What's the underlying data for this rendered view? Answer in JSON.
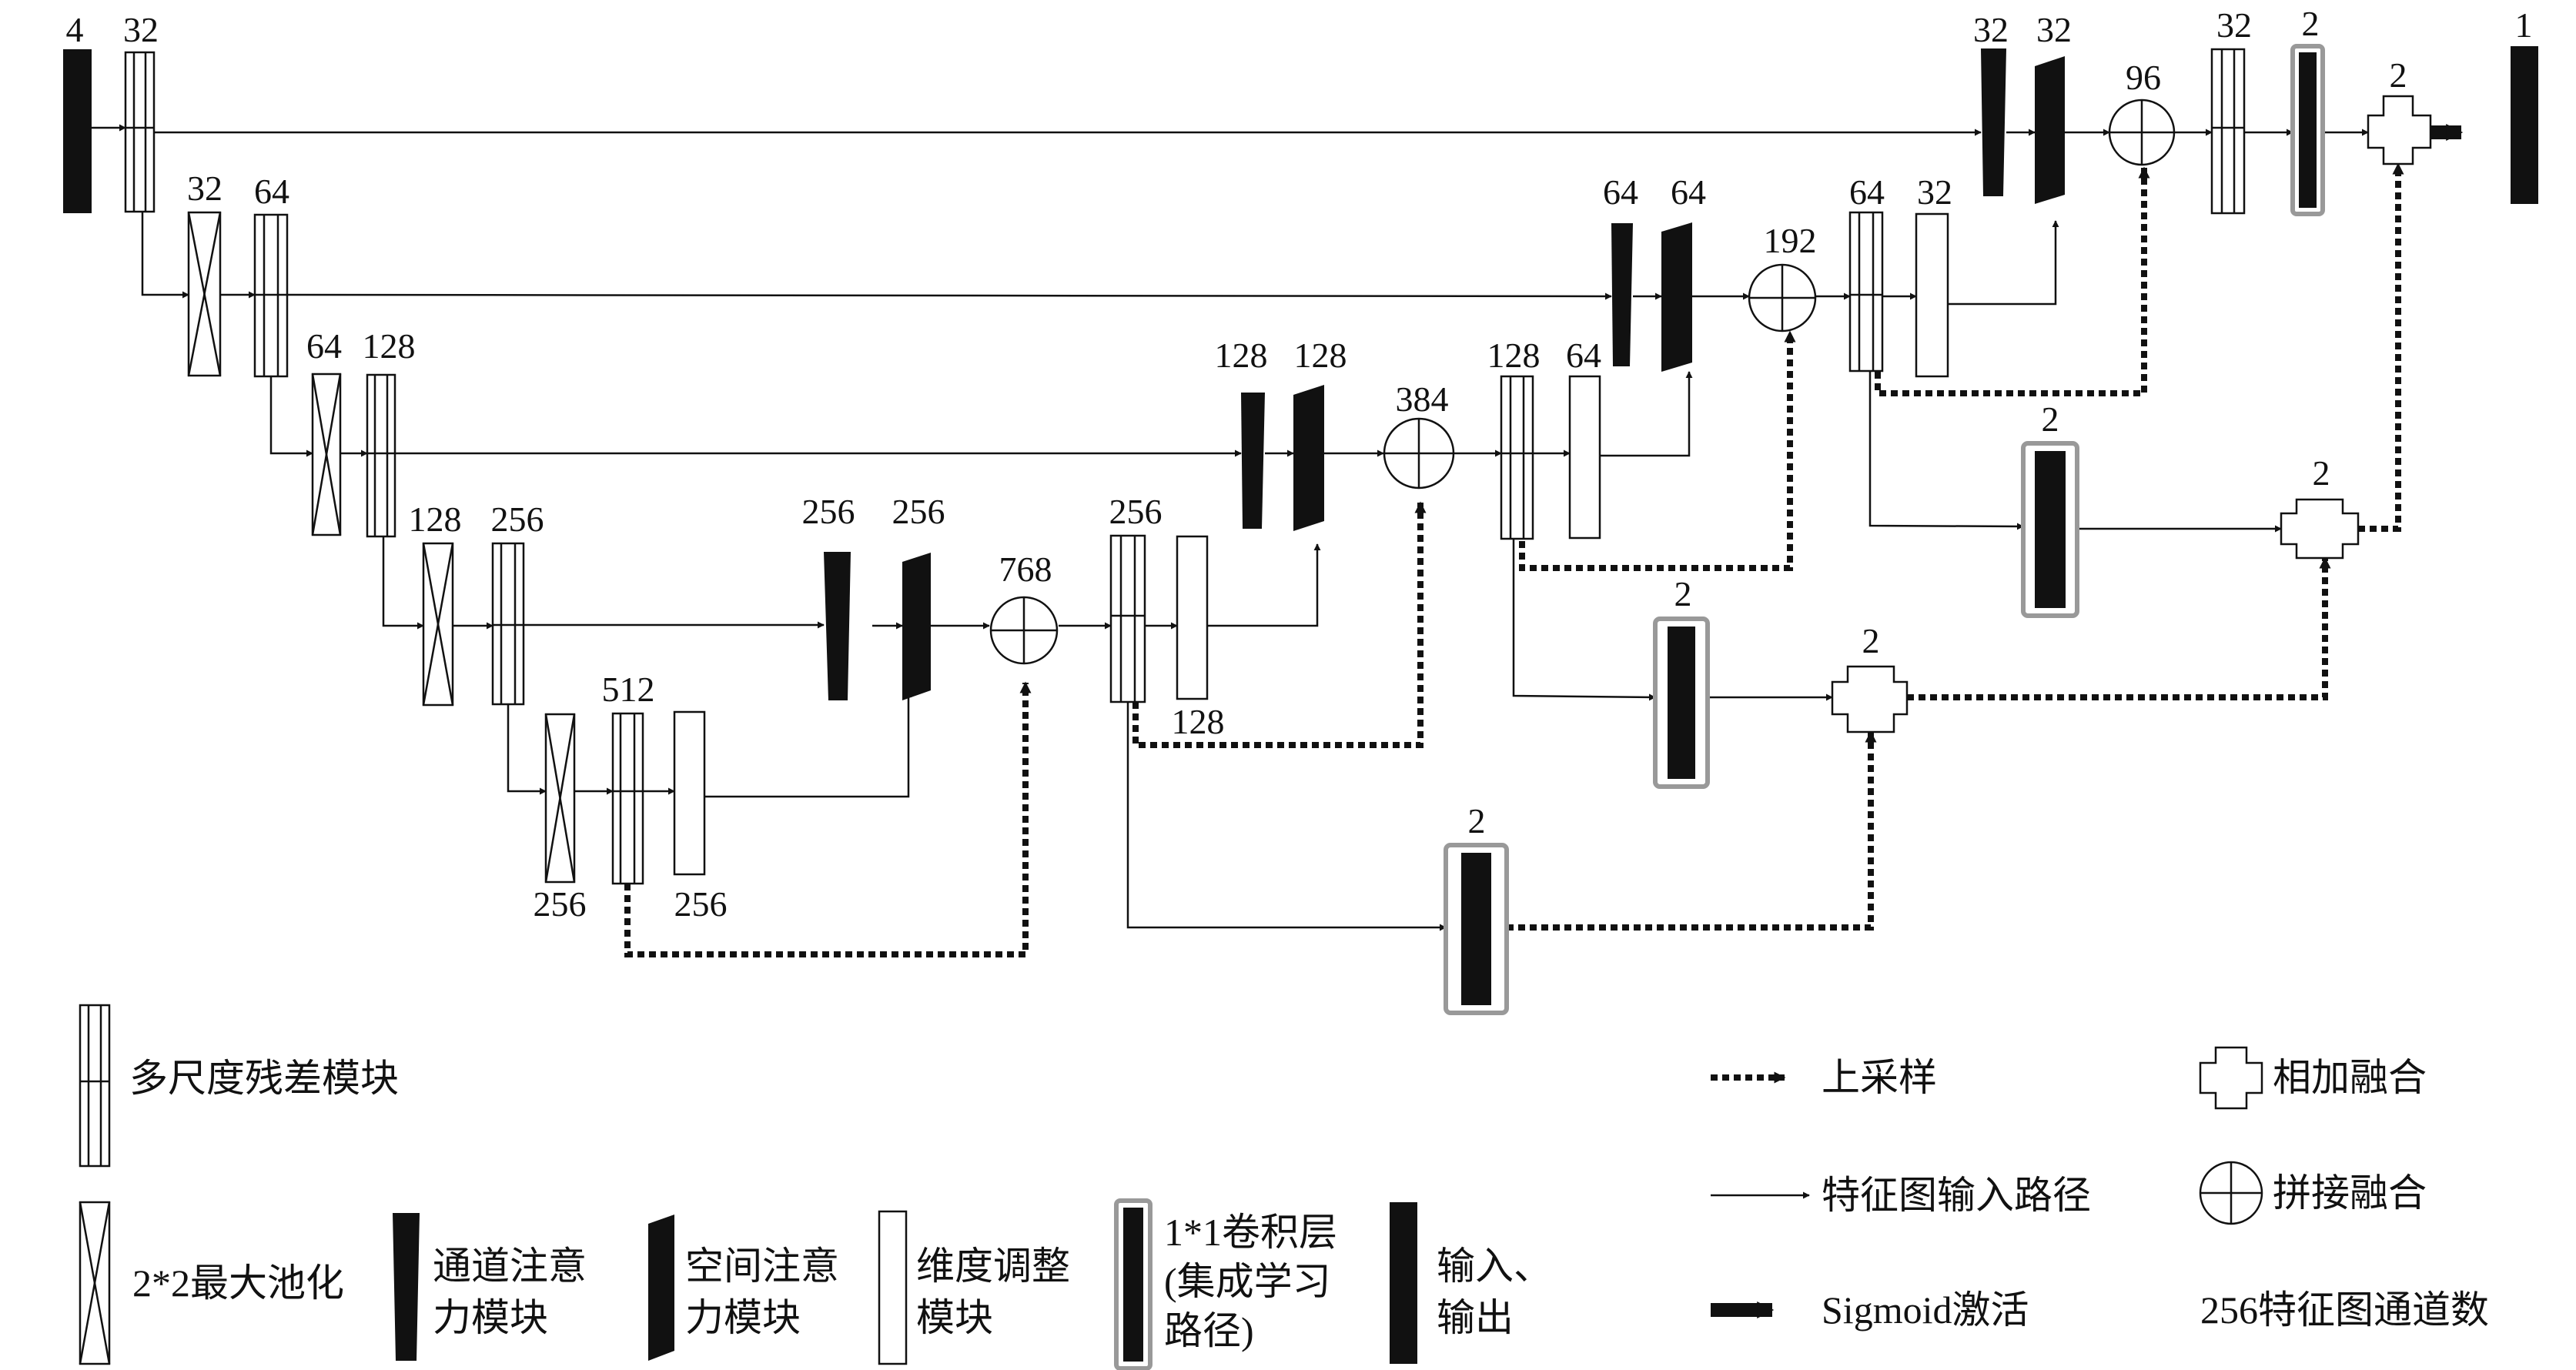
{
  "labels": {
    "input_channels": "4",
    "output_channels": "1",
    "e1": "32",
    "p1": "32",
    "e2": "64",
    "p2": "64",
    "e3": "128",
    "p3": "128",
    "e4": "256",
    "p4": "256",
    "bottleneck": "512",
    "bottleneck_dim": "256",
    "d4_ca": "256",
    "d4_sa": "256",
    "d4_cat": "768",
    "d4_res": "256",
    "d4_dim": "128",
    "d3_ca": "128",
    "d3_sa": "128",
    "d3_cat": "384",
    "d3_res": "128",
    "d3_dim": "64",
    "d2_ca": "64",
    "d2_sa": "64",
    "d2_cat": "192",
    "d2_res": "64",
    "d2_dim": "32",
    "d1_ca": "32",
    "d1_sa": "32",
    "d1_cat": "96",
    "d1_res": "32",
    "conv_final": "2",
    "add_final": "2",
    "conv_a": "2",
    "conv_b": "2",
    "conv_c": "2",
    "add_a": "2",
    "add_b": "2"
  },
  "legend": {
    "residual": "多尺度残差模块",
    "maxpool": "2*2最大池化",
    "channel_attention_1": "通道注意",
    "channel_attention_2": "力模块",
    "spatial_attention_1": "空间注意",
    "spatial_attention_2": "力模块",
    "dim_adjust_1": "维度调整",
    "dim_adjust_2": "模块",
    "conv1x1_1": "1*1卷积层",
    "conv1x1_2": "(集成学习",
    "conv1x1_3": "路径)",
    "io_1": "输入、",
    "io_2": "输出",
    "upsample": "上采样",
    "feature_path": "特征图输入路径",
    "sigmoid": "Sigmoid激活",
    "add_fusion": "相加融合",
    "concat_fusion": "拼接融合",
    "channels_note": "256特征图通道数"
  }
}
